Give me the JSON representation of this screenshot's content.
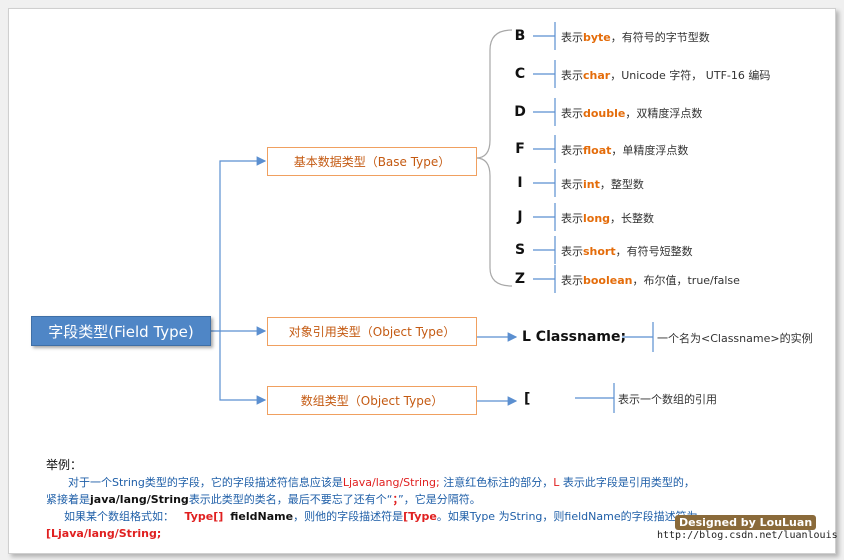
{
  "root": {
    "label": "字段类型(Field Type)"
  },
  "categories": [
    {
      "label": "基本数据类型（Base Type）"
    },
    {
      "label": "对象引用类型（Object Type）"
    },
    {
      "label": "数组类型（Object Type）"
    }
  ],
  "base_types": [
    {
      "letter": "B",
      "pre": "表示",
      "kw": "byte",
      "post": "，有符号的字节型数"
    },
    {
      "letter": "C",
      "pre": "表示",
      "kw": "char",
      "post": "，Unicode 字符， UTF-16 编码"
    },
    {
      "letter": "D",
      "pre": "表示",
      "kw": "double",
      "post": "，双精度浮点数"
    },
    {
      "letter": "F",
      "pre": "表示",
      "kw": "float",
      "post": "，单精度浮点数"
    },
    {
      "letter": "I",
      "pre": "表示",
      "kw": "int",
      "post": "，整型数"
    },
    {
      "letter": "J",
      "pre": "表示",
      "kw": "long",
      "post": "，长整数"
    },
    {
      "letter": "S",
      "pre": "表示",
      "kw": "short",
      "post": "，有符号短整数"
    },
    {
      "letter": "Z",
      "pre": "表示",
      "kw": "boolean",
      "post": "，布尔值，true/false"
    }
  ],
  "object_type": {
    "notation": "L Classname;",
    "desc": "一个名为<Classname>的实例"
  },
  "array_type": {
    "notation": "[",
    "desc": "表示一个数组的引用"
  },
  "example": {
    "title": "举例：",
    "l1_a": "对于一个String类型的字段，它的字段描述符信息应该是",
    "l1_b": "Ljava/lang/String;",
    "l1_c": " 注意红色标注的部分，",
    "l1_d": "L",
    "l1_e": " 表示此字段是引用类型的，",
    "l2_a": "紧接着是",
    "l2_b": "java/lang/String",
    "l2_c": "表示此类型的类名，最后不要忘了还有个“",
    "l2_d": "；",
    "l2_e": "”，它是分隔符。",
    "l3_a": "如果某个数组格式如：",
    "l3_b": "Type[]",
    "l3_c": "fieldName",
    "l3_d": "，则他的字段描述符是",
    "l3_e": "[Type",
    "l3_f": "。如果Type 为String，则fieldName的字段描述符为",
    "l4": "[Ljava/lang/String;"
  },
  "watermark": {
    "designed": "Designed by LouLuan",
    "url": "http://blog.csdn.net/luanlouis"
  },
  "colors": {
    "line": "#5b8fd0",
    "accent": "#e46c0a",
    "root": "#4f86c6",
    "red": "#e02020"
  }
}
